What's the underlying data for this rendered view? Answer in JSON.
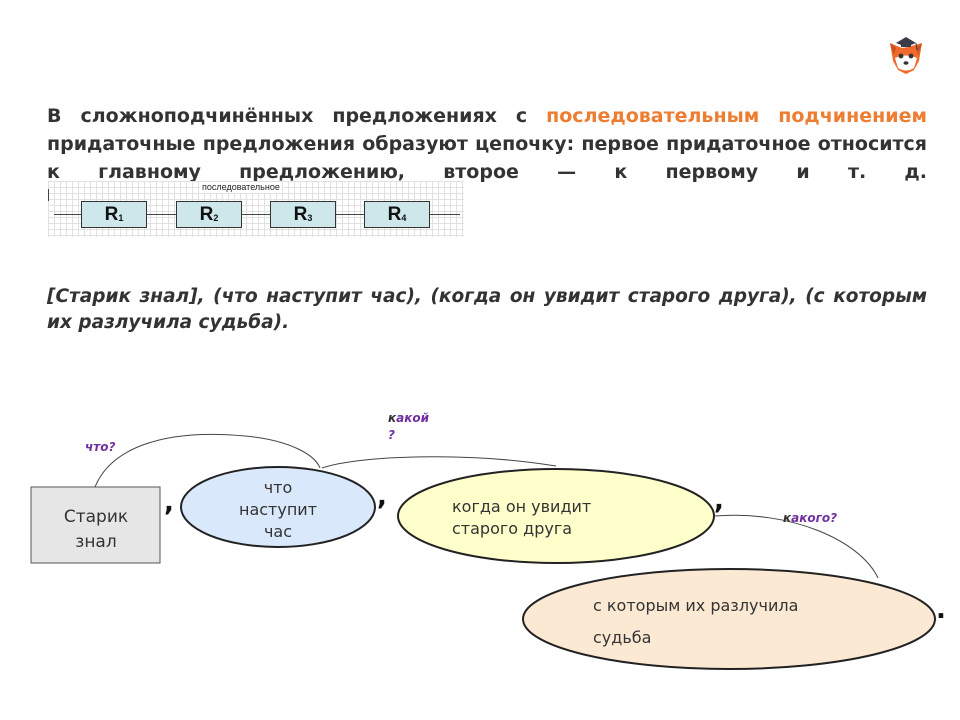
{
  "paragraph": {
    "part1": "В сложноподчинённых предложениях с ",
    "highlight": "последовательным подчинением",
    "part2": " придаточные предложения образуют цепочку: первое придаточное относится к главному предложению, второе — к первому и т. д."
  },
  "scheme": {
    "caption": "последовательное",
    "boxes": [
      {
        "letter": "R",
        "index": "1"
      },
      {
        "letter": "R",
        "index": "2"
      },
      {
        "letter": "R",
        "index": "3"
      },
      {
        "letter": "R",
        "index": "4"
      }
    ]
  },
  "example": "[Старик знал], (что наступит час), (когда он увидит старого друга), (с которым их разлучила судьба).",
  "diagram": {
    "main": {
      "line1": "Старик",
      "line2": "знал"
    },
    "clause1": {
      "line1": "что",
      "line2": "наступит",
      "line3": "час"
    },
    "clause2": {
      "line1": "когда он увидит",
      "line2": "старого друга"
    },
    "clause3": {
      "line1": "с которым их разлучила",
      "line2": "судьба"
    },
    "question1": "что?",
    "question2": {
      "first": "к",
      "rest": "акой",
      "mark": "?"
    },
    "question3": {
      "first": "к",
      "rest": "акого?"
    },
    "comma": ",",
    "period": "."
  },
  "colors": {
    "highlight": "#ed7d31",
    "main_box": "#e6e6e6",
    "clause1_fill": "#dae8fc",
    "clause2_fill": "#ffffcc",
    "clause3_fill": "#fce9d4",
    "question": "#7030a0"
  },
  "icons": {
    "logo": "fox-logo-icon"
  }
}
